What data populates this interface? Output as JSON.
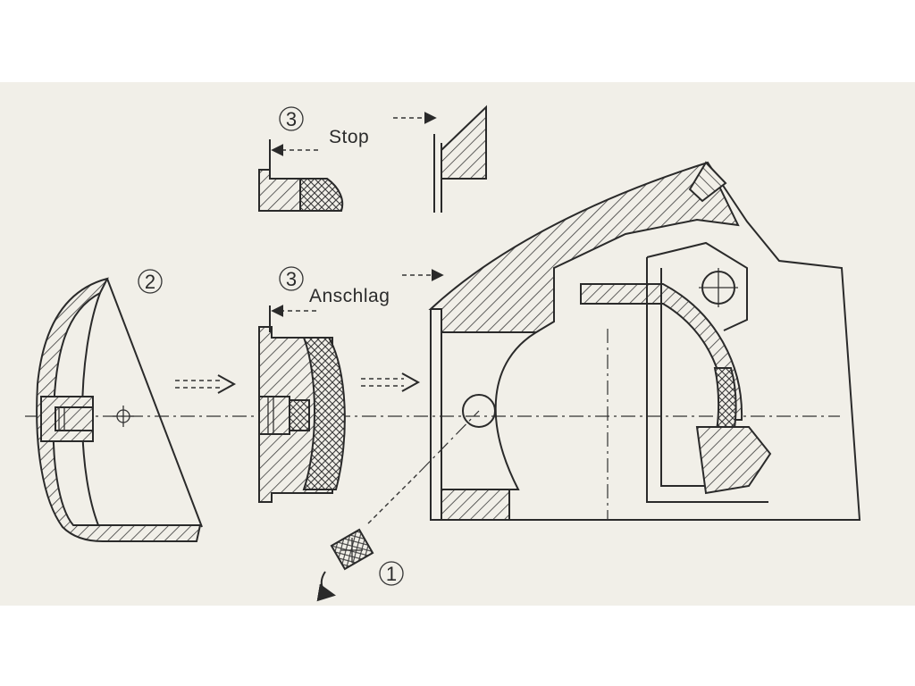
{
  "labels": {
    "callout_1": "1",
    "callout_2": "2",
    "callout_3_stop": "3",
    "callout_3_anschlag": "3",
    "stop": "Stop",
    "anschlag": "Anschlag"
  },
  "colors": {
    "paper": "#f1efe8",
    "ink": "#2a2a2a"
  }
}
